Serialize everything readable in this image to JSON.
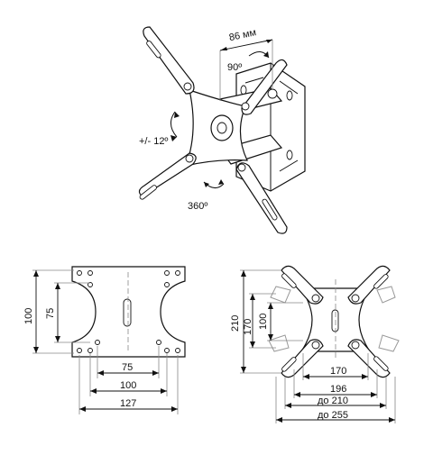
{
  "top_view": {
    "label_width": "86 мм",
    "label_rotation_90": "90º",
    "label_tilt": "+/- 12º",
    "label_swivel": "360º"
  },
  "front_plate": {
    "height_outer": "100",
    "height_inner": "75",
    "width_inner": "75",
    "width_mid": "100",
    "width_outer": "127"
  },
  "arms_plate": {
    "h_210": "210",
    "h_170": "170",
    "h_100": "100",
    "w_170": "170",
    "w_196": "196",
    "w_upto_210": "до 210",
    "w_upto_255": "до 255"
  },
  "colors": {
    "line": "#111111",
    "ghost": "#999999",
    "background": "#ffffff"
  }
}
